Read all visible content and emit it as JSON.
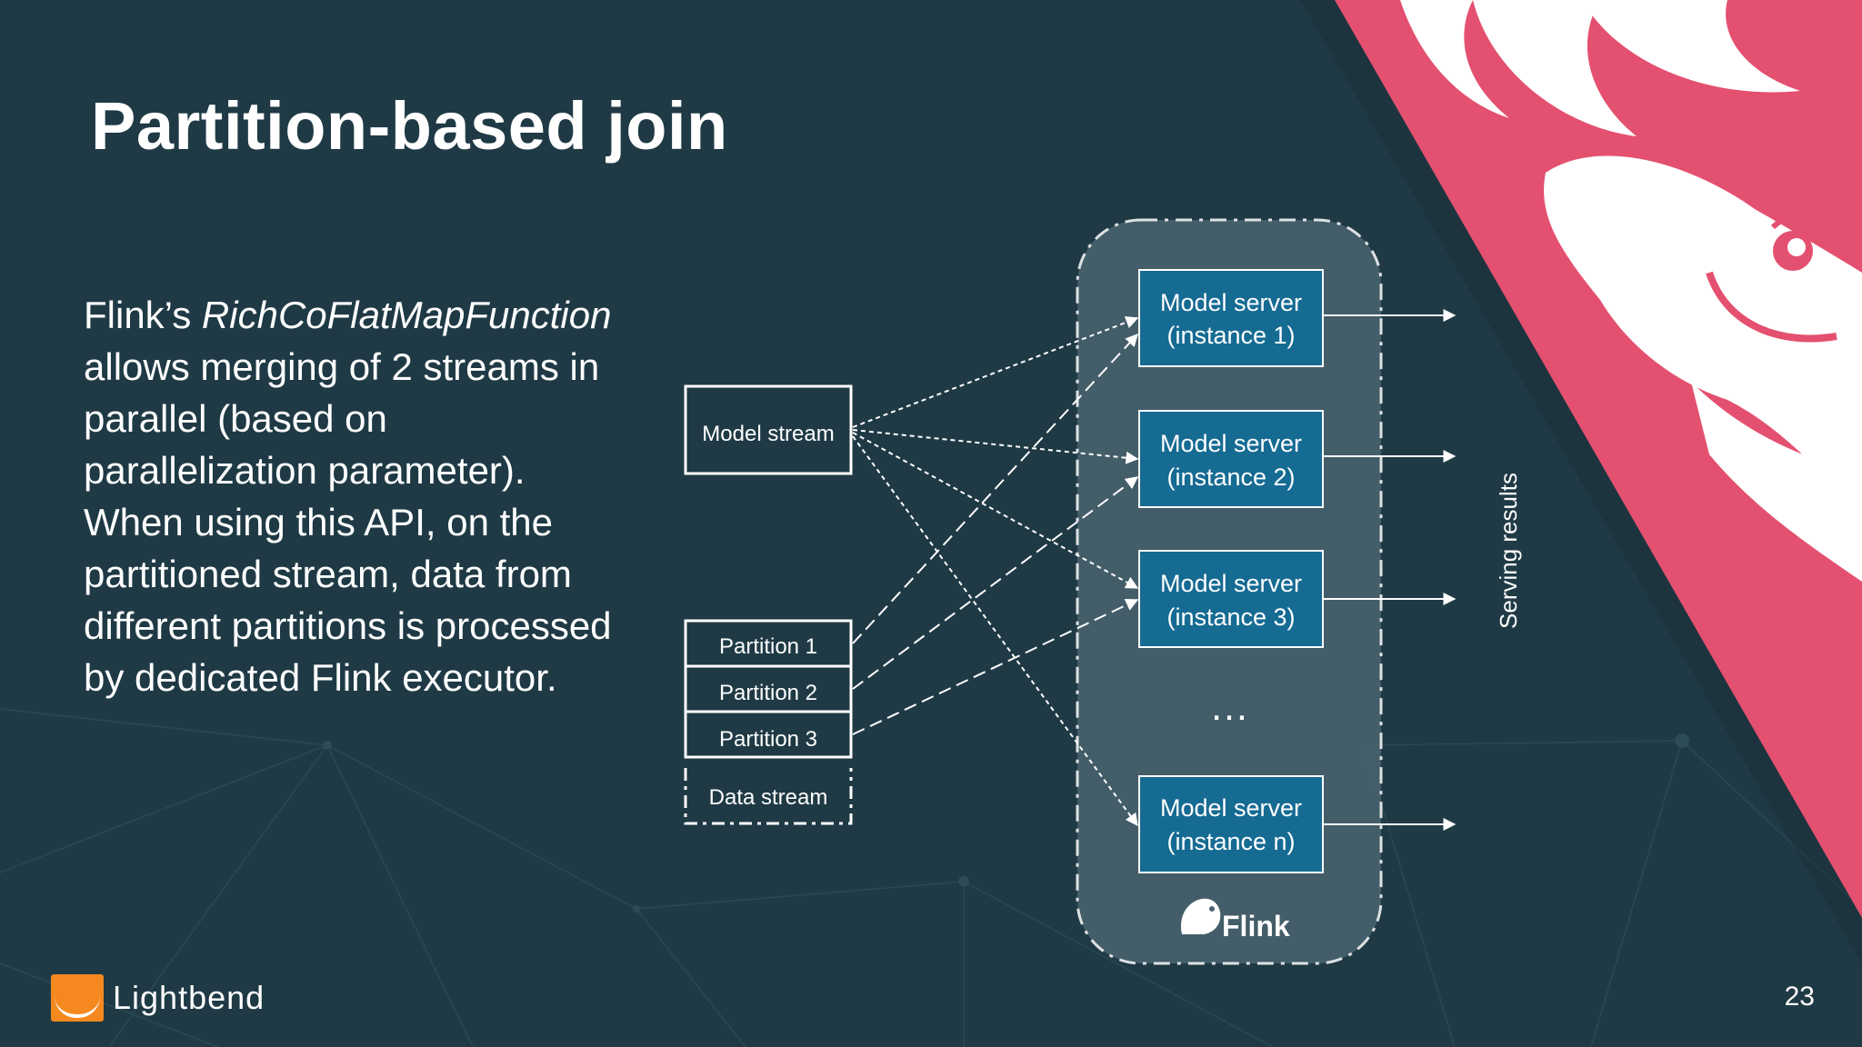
{
  "slide": {
    "title": "Partition-based join",
    "body": {
      "line1_pre": "Flink’s ",
      "line1_italic": "RichCoFlatMapFunction",
      "rest": "allows merging of 2 streams in parallel (based on parallelization parameter). When using this API, on the partitioned stream, data from different partitions is processed by dedicated Flink executor."
    },
    "page_number": "23"
  },
  "diagram": {
    "model_stream": "Model stream",
    "partitions": [
      "Partition 1",
      "Partition 2",
      "Partition 3"
    ],
    "data_stream": "Data stream",
    "servers": [
      {
        "line1": "Model server",
        "line2": "(instance 1)"
      },
      {
        "line1": "Model server",
        "line2": "(instance 2)"
      },
      {
        "line1": "Model server",
        "line2": "(instance 3)"
      },
      {
        "line1": "Model server",
        "line2": "(instance n)"
      }
    ],
    "ellipsis": "…",
    "flink_label": "Flink",
    "serving_results": "Serving results"
  },
  "logo": {
    "text": "Lightbend"
  },
  "colors": {
    "background": "#1f3a45",
    "server_fill": "#166b93",
    "cluster_fill": "#4a6470",
    "accent_pink": "#e4506f",
    "lightbend_orange": "#f5891f"
  }
}
